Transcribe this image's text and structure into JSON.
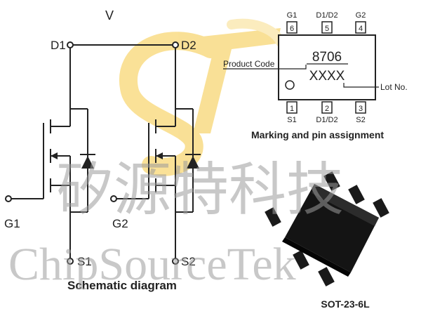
{
  "watermark": {
    "chinese": "矽源特科技",
    "english": "ChipSourceTek",
    "logo_color": "#f5c842"
  },
  "schematic": {
    "top_label": "V",
    "d1": "D1",
    "d2": "D2",
    "g1": "G1",
    "g2": "G2",
    "s1": "S1",
    "s2": "S2",
    "caption": "Schematic diagram"
  },
  "marking": {
    "top_pins": [
      {
        "name": "G1",
        "number": "6"
      },
      {
        "name": "D1/D2",
        "number": "5"
      },
      {
        "name": "G2",
        "number": "4"
      }
    ],
    "bottom_pins": [
      {
        "number": "1",
        "name": "S1"
      },
      {
        "number": "2",
        "name": "D1/D2"
      },
      {
        "number": "3",
        "name": "S2"
      }
    ],
    "product_code_label": "Product Code",
    "product_code": "8706",
    "lot_label": "Lot No.",
    "lot_value": "XXXX",
    "caption": "Marking and pin assignment"
  },
  "package": {
    "caption": "SOT-23-6L"
  }
}
